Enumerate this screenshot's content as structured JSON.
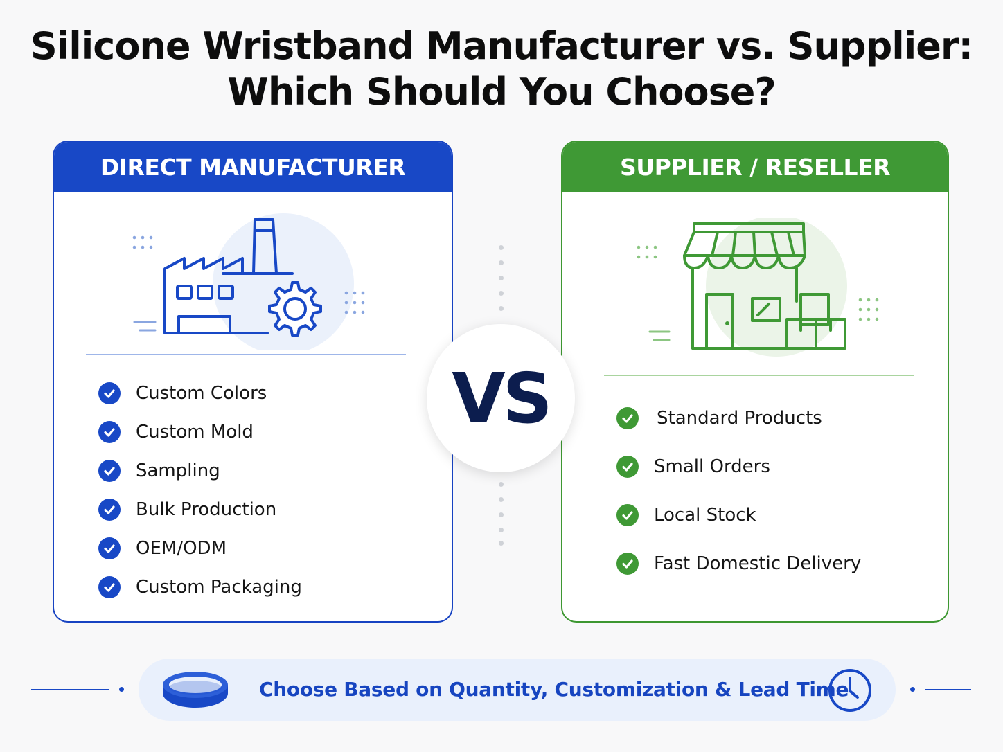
{
  "title": {
    "line1": "Silicone Wristband Manufacturer vs. Supplier:",
    "line2": "Which Should You Choose?"
  },
  "left_card": {
    "header": "DIRECT MANUFACTURER",
    "icon": "factory-gear-icon",
    "accent_color": "#1848c6",
    "items": [
      "Custom Colors",
      "Custom Mold",
      "Sampling",
      "Bulk Production",
      "OEM/ODM",
      "Custom Packaging"
    ]
  },
  "vs_label": "VS",
  "right_card": {
    "header": "SUPPLIER / RESELLER",
    "icon": "storefront-boxes-icon",
    "accent_color": "#3f9935",
    "items": [
      "Standard Products",
      "Small Orders",
      "Local Stock",
      "Fast Domestic Delivery"
    ]
  },
  "footer": {
    "text": "Choose Based on Quantity, Customization & Lead Time",
    "left_icon": "wristband-icon",
    "right_icon": "clock-icon"
  }
}
